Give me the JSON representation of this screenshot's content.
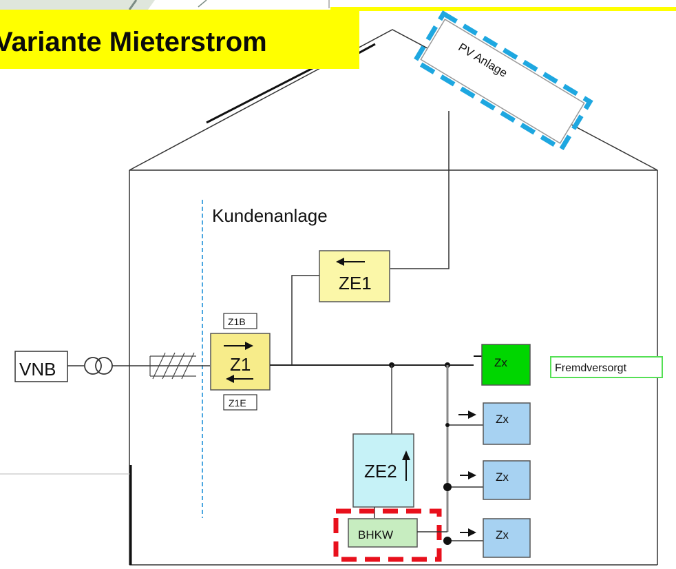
{
  "title": "Variante Mieterstrom",
  "labels": {
    "pv": "PV Anlage",
    "kundenanlage": "Kundenanlage",
    "vnb": "VNB",
    "ze1": "ZE1",
    "z1": "Z1",
    "z1b": "Z1B",
    "z1e": "Z1E",
    "ze2": "ZE2",
    "bhkw": "BHKW",
    "zx1": "Zx",
    "zx2": "Zx",
    "zx3": "Zx",
    "zx4": "Zx",
    "fremd": "Fremdversorgt"
  },
  "colors": {
    "title_bg": "#ffff00",
    "pv_highlight": "#1ea7e0",
    "bhkw_highlight": "#e8101c",
    "ze1_fill": "#fbf7a8",
    "z1_fill": "#f7ec8a",
    "ze2_fill": "#c6f2f7",
    "bhkw_fill": "#c7edc0",
    "zx_green": "#00d600",
    "zx_blue": "#a7d2f2",
    "fremd_border": "#55e055",
    "kundenanlage_line": "#4aa6e0"
  },
  "icons": [
    "transformer-icon",
    "arrow-right-icon",
    "arrow-left-icon",
    "arrow-up-icon"
  ]
}
